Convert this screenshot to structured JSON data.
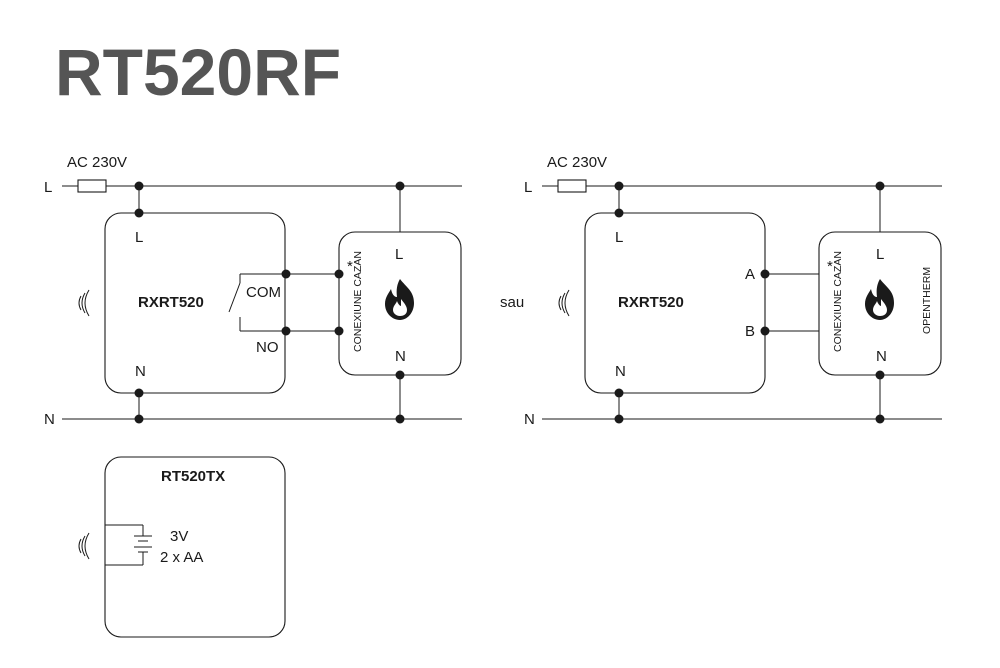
{
  "title": "RT520RF",
  "left_circuit": {
    "supply_label": "AC 230V",
    "line_label": "L",
    "neutral_label": "N",
    "receiver": {
      "name": "RXRT520",
      "terminal_l": "L",
      "terminal_n": "N",
      "contact_com": "COM",
      "contact_no": "NO"
    },
    "boiler": {
      "terminal_l": "L",
      "terminal_n": "N",
      "connection_label": "CONEXIUNE CAZAN",
      "asterisk": "*"
    }
  },
  "separator_text": "sau",
  "right_circuit": {
    "supply_label": "AC 230V",
    "line_label": "L",
    "neutral_label": "N",
    "receiver": {
      "name": "RXRT520",
      "terminal_l": "L",
      "terminal_n": "N",
      "terminal_a": "A",
      "terminal_b": "B"
    },
    "boiler": {
      "terminal_l": "L",
      "terminal_n": "N",
      "connection_label": "CONEXIUNE CAZAN",
      "asterisk": "*",
      "protocol_label": "OPENTHERM"
    }
  },
  "transmitter": {
    "name": "RT520TX",
    "voltage": "3V",
    "batteries": "2 x AA"
  },
  "icons": [
    "wireless-signal-icon",
    "flame-icon",
    "fuse-icon",
    "battery-icon",
    "relay-switch-icon"
  ],
  "colors": {
    "title": "#555555",
    "line": "#1a1a1a",
    "background": "#ffffff"
  }
}
